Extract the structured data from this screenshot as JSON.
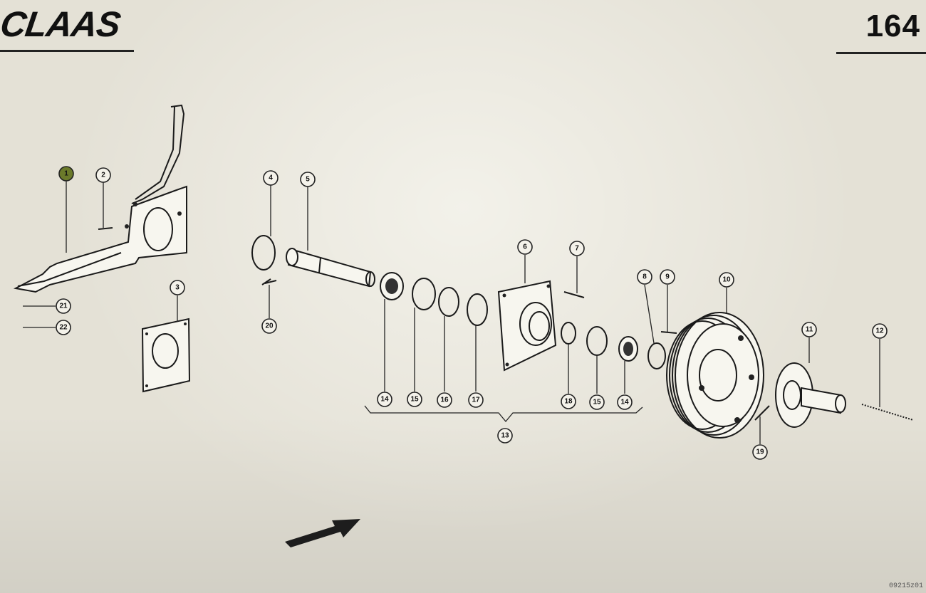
{
  "header": {
    "brand": "CLAAS",
    "page_number": "164"
  },
  "footer": {
    "left_code": "",
    "right_code": "09215z01"
  },
  "callouts": [
    {
      "label": "1",
      "highlighted": true
    },
    {
      "label": "2"
    },
    {
      "label": "3"
    },
    {
      "label": "4"
    },
    {
      "label": "5"
    },
    {
      "label": "6"
    },
    {
      "label": "7"
    },
    {
      "label": "8"
    },
    {
      "label": "9"
    },
    {
      "label": "10"
    },
    {
      "label": "11"
    },
    {
      "label": "12"
    },
    {
      "label": "13"
    },
    {
      "label": "14"
    },
    {
      "label": "15"
    },
    {
      "label": "16"
    },
    {
      "label": "17"
    },
    {
      "label": "18"
    },
    {
      "label": "15"
    },
    {
      "label": "14"
    },
    {
      "label": "19"
    },
    {
      "label": "20"
    },
    {
      "label": "21"
    },
    {
      "label": "22"
    }
  ],
  "colors": {
    "highlight": "#6b7a2a",
    "background": "#e4e1d6"
  },
  "icons": {
    "direction": "arrow-icon"
  }
}
